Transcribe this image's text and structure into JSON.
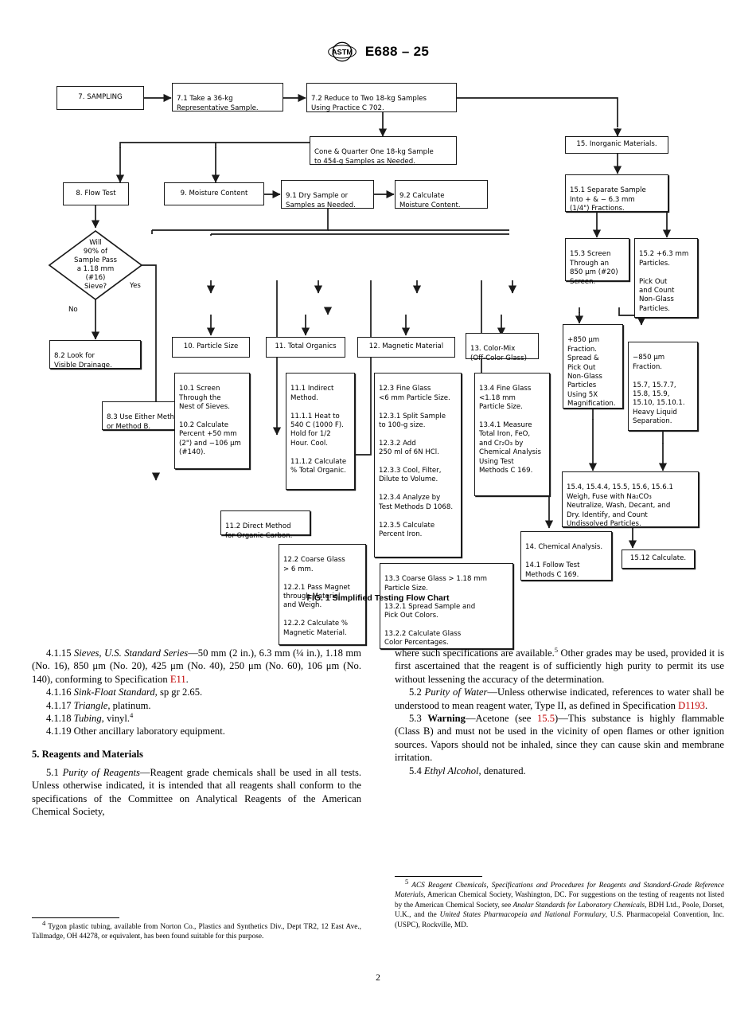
{
  "header": {
    "doc_id": "E688 – 25",
    "logo": "astm-logo"
  },
  "figure": {
    "caption": "FIG. 1 Simplified Testing Flow Chart",
    "boxes": [
      {
        "id": "b7",
        "text": "7. SAMPLING"
      },
      {
        "id": "b71",
        "text": "7.1 Take a 36-kg\nRepresentative Sample."
      },
      {
        "id": "b72",
        "text": "7.2 Reduce to Two 18-kg Samples\nUsing Practice C 702."
      },
      {
        "id": "bcone",
        "text": "Cone & Quarter One 18-kg Sample\nto 454-g Samples as Needed."
      },
      {
        "id": "b8",
        "text": "8. Flow Test"
      },
      {
        "id": "b9",
        "text": "9. Moisture Content"
      },
      {
        "id": "b91",
        "text": "9.1 Dry Sample or\nSamples as Needed."
      },
      {
        "id": "b92",
        "text": "9.2 Calculate\nMoisture Content."
      },
      {
        "id": "b82",
        "text": "8.2 Look for\nVisible Drainage."
      },
      {
        "id": "b83",
        "text": "8.3 Use Either Method A\nor Method B."
      },
      {
        "id": "b10",
        "text": "10. Particle Size"
      },
      {
        "id": "b101",
        "text": "10.1 Screen\nThrough the\nNest of Sieves.\n\n10.2 Calculate\nPercent +50 mm\n(2\") and −106 μm\n(#140)."
      },
      {
        "id": "b11",
        "text": "11. Total Organics"
      },
      {
        "id": "b111",
        "text": "11.1 Indirect\nMethod.\n\n11.1.1 Heat to\n540 C (1000 F).\nHold for 1/2\nHour. Cool.\n\n11.1.2 Calculate\n% Total Organic."
      },
      {
        "id": "b112",
        "text": "11.2 Direct Method\nfor Organic Carbon."
      },
      {
        "id": "b12",
        "text": "12. Magnetic Material"
      },
      {
        "id": "b123",
        "text": "12.3 Fine Glass\n<6 mm Particle Size.\n\n12.3.1 Split Sample\nto 100-g size.\n\n12.3.2 Add\n250 ml of 6N HCl.\n\n12.3.3 Cool, Filter,\nDilute to Volume.\n\n12.3.4 Analyze by\nTest Methods D 1068.\n\n12.3.5 Calculate\nPercent Iron."
      },
      {
        "id": "b122",
        "text": "12.2 Coarse Glass\n> 6 mm.\n\n12.2.1 Pass Magnet\nthrough Material\nand Weigh.\n\n12.2.2 Calculate %\nMagnetic Material."
      },
      {
        "id": "b13",
        "text": "13. Color-Mix\n(Off-Color Glass)"
      },
      {
        "id": "b134",
        "text": "13.4 Fine Glass\n<1.18 mm\nParticle Size.\n\n13.4.1 Measure\nTotal Iron, FeO,\nand Cr₂O₃ by\nChemical Analysis\nUsing Test\nMethods C 169."
      },
      {
        "id": "b133",
        "text": "13.3 Coarse Glass > 1.18 mm\nParticle Size.\n\n13.2.1 Spread Sample and\nPick Out Colors.\n\n13.2.2 Calculate Glass\nColor Percentages."
      },
      {
        "id": "b15",
        "text": "15. Inorganic Materials."
      },
      {
        "id": "b151",
        "text": "15.1 Separate Sample\nInto + & − 6.3 mm\n(1/4\") Fractions."
      },
      {
        "id": "b153",
        "text": "15.3 Screen\nThrough an\n850 μm (#20)\nScreen."
      },
      {
        "id": "b152",
        "text": "15.2 +6.3 mm\nParticles.\n\nPick Out\nand Count\nNon-Glass\nParticles."
      },
      {
        "id": "bplus",
        "text": "+850 μm\nFraction.\nSpread &\nPick Out\nNon-Glass\nParticles\nUsing 5X\nMagnification."
      },
      {
        "id": "bminus",
        "text": "−850 μm\nFraction.\n\n15.7, 15.7.7,\n15.8, 15.9,\n15.10, 15.10.1.\nHeavy Liquid\nSeparation."
      },
      {
        "id": "b154",
        "text": "15.4, 15.4.4, 15.5, 15.6, 15.6.1\nWeigh, Fuse with Na₂CO₃\nNeutralize, Wash, Decant, and\nDry. Identify, and Count\nUndissolved Particles."
      },
      {
        "id": "b14",
        "text": "14. Chemical Analysis.\n\n14.1 Follow Test\nMethods C 169."
      },
      {
        "id": "b1512",
        "text": "15.12 Calculate."
      }
    ],
    "decision": {
      "id": "d8",
      "text": "Will\n90% of\nSample Pass\na 1.18 mm\n(#16)\nSieve?"
    },
    "edge_labels": {
      "yes": "Yes",
      "no": "No"
    }
  },
  "body": {
    "left_column": [
      {
        "id": "p4115",
        "parts": [
          {
            "t": "4.1.15  ",
            "s": "n"
          },
          {
            "t": "Sieves, U.S. Standard Series",
            "s": "i"
          },
          {
            "t": "—50 mm (2 in.), 6.3 mm (¼ in.), 1.18 mm (No. 16), 850 μm (No. 20), 425 μm (No. 40), 250 μm (No. 60), 106 μm (No. 140), conforming to Specification ",
            "s": "n"
          },
          {
            "t": "E11",
            "s": "r"
          },
          {
            "t": ".",
            "s": "n"
          }
        ]
      },
      {
        "id": "p4116",
        "parts": [
          {
            "t": "4.1.16  ",
            "s": "n"
          },
          {
            "t": "Sink-Float Standard,",
            "s": "i"
          },
          {
            "t": " sp gr 2.65.",
            "s": "n"
          }
        ]
      },
      {
        "id": "p4117",
        "parts": [
          {
            "t": "4.1.17  ",
            "s": "n"
          },
          {
            "t": "Triangle,",
            "s": "i"
          },
          {
            "t": " platinum.",
            "s": "n"
          }
        ]
      },
      {
        "id": "p4118",
        "parts": [
          {
            "t": "4.1.18  ",
            "s": "n"
          },
          {
            "t": "Tubing,",
            "s": "i"
          },
          {
            "t": " vinyl.",
            "s": "n"
          },
          {
            "t": "4",
            "s": "sup"
          }
        ]
      },
      {
        "id": "p4119",
        "parts": [
          {
            "t": "4.1.19  Other ancillary laboratory equipment.",
            "s": "n"
          }
        ]
      }
    ],
    "section_heading": "5.  Reagents and Materials",
    "left_column_2": [
      {
        "id": "p51",
        "parts": [
          {
            "t": "5.1  ",
            "s": "n"
          },
          {
            "t": "Purity of Reagents",
            "s": "i"
          },
          {
            "t": "—Reagent grade chemicals shall be used in all tests. Unless otherwise indicated, it is intended that all reagents shall conform to the specifications of the Committee on Analytical Reagents of the American Chemical Society,",
            "s": "n"
          }
        ]
      }
    ],
    "right_column": [
      {
        "id": "p51cont",
        "indent": false,
        "parts": [
          {
            "t": "where such specifications are available.",
            "s": "n"
          },
          {
            "t": "5",
            "s": "sup"
          },
          {
            "t": " Other grades may be used, provided it is first ascertained that the reagent is of sufficiently high purity to permit its use without lessening the accuracy of the determination.",
            "s": "n"
          }
        ]
      },
      {
        "id": "p52",
        "indent": true,
        "parts": [
          {
            "t": "5.2  ",
            "s": "n"
          },
          {
            "t": "Purity of Water",
            "s": "i"
          },
          {
            "t": "—Unless otherwise indicated, references to water shall be understood to mean reagent water, Type II, as defined in Specification ",
            "s": "n"
          },
          {
            "t": "D1193",
            "s": "r"
          },
          {
            "t": ".",
            "s": "n"
          }
        ]
      },
      {
        "id": "p53",
        "indent": true,
        "parts": [
          {
            "t": "5.3  ",
            "s": "n"
          },
          {
            "t": "Warning",
            "s": "b"
          },
          {
            "t": "—Acetone (see ",
            "s": "n"
          },
          {
            "t": "15.5",
            "s": "r"
          },
          {
            "t": ")—This substance is highly flammable (Class B) and must not be used in the vicinity of open flames or other ignition sources. Vapors should not be inhaled, since they can cause skin and membrane irritation.",
            "s": "n"
          }
        ]
      },
      {
        "id": "p54",
        "indent": true,
        "parts": [
          {
            "t": "5.4  ",
            "s": "n"
          },
          {
            "t": "Ethyl Alcohol,",
            "s": "i"
          },
          {
            "t": " denatured.",
            "s": "n"
          }
        ]
      }
    ]
  },
  "footnotes": {
    "left": [
      {
        "t": "4",
        "s": "sup"
      },
      {
        "t": " Tygon plastic tubing, available from Norton Co., Plastics and Synthetics Div., Dept TR2, 12 East Ave., Tallmadge, OH 44278, or equivalent, has been found suitable for this purpose.",
        "s": "n"
      }
    ],
    "right": [
      {
        "t": "5",
        "s": "sup"
      },
      {
        "t": " ",
        "s": "n"
      },
      {
        "t": "ACS Reagent Chemicals, Specifications and Procedures for Reagents and Standard-Grade Reference Materials",
        "s": "i"
      },
      {
        "t": ", American Chemical Society, Washington, DC. For suggestions on the testing of reagents not listed by the American Chemical Society, see ",
        "s": "n"
      },
      {
        "t": "Analar Standards for Laboratory Chemicals",
        "s": "i"
      },
      {
        "t": ", BDH Ltd., Poole, Dorset, U.K., and the ",
        "s": "n"
      },
      {
        "t": "United States Pharmacopeia and National Formulary",
        "s": "i"
      },
      {
        "t": ", U.S. Pharmacopeial Convention, Inc. (USPC), Rockville, MD.",
        "s": "n"
      }
    ]
  },
  "page_number": "2"
}
